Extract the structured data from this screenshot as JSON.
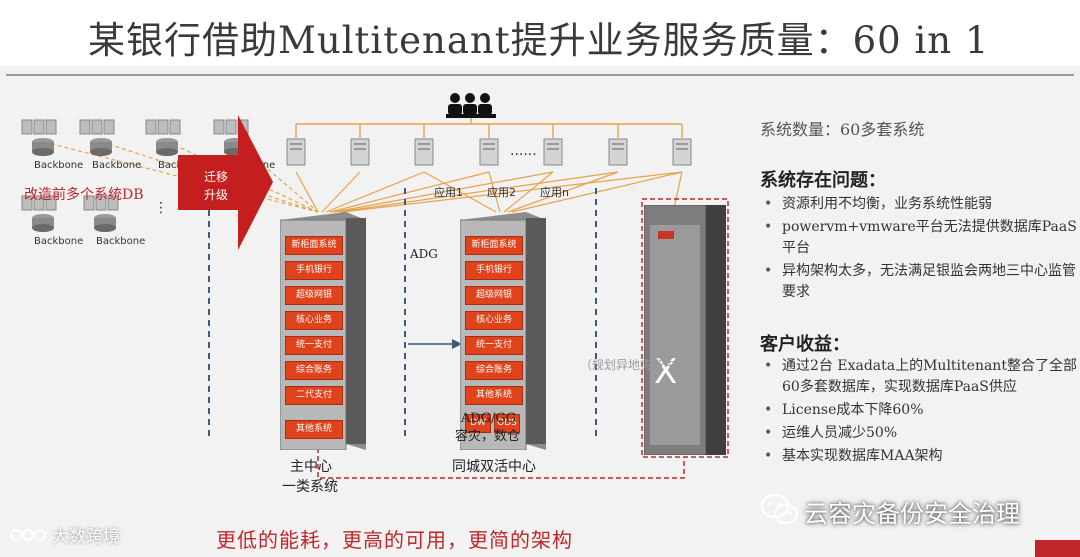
{
  "title": "某银行借助Multitenant提升业务服务质量：60 in 1",
  "diagram": {
    "legacy_server_label": "Backbone",
    "before_label": "改造前多个系统DB",
    "migrate_label_1": "迁移",
    "migrate_label_2": "升级",
    "app_labels": [
      "应用1",
      "应用2",
      "应用n"
    ],
    "app_dots": "......",
    "more_dots": "⋮",
    "main_rack": [
      "新柜面系统",
      "手机银行",
      "超级网银",
      "核心业务",
      "统一支付",
      "综合账务",
      "二代支付",
      "其他系统"
    ],
    "dr_rack": [
      "新柜面系统",
      "手机银行",
      "超级网银",
      "核心业务",
      "统一支付",
      "综合账务",
      "其他系统"
    ],
    "dr_rack_bottom": [
      "DW",
      "ODS"
    ],
    "adg_label": "ADG",
    "main_center_1": "主中心",
    "main_center_2": "一类系统",
    "dr_center": "同城双活中心",
    "remote_center": "（规划异地灾备中心）",
    "bottom_caption_1": "ADG/GG",
    "bottom_caption_2": "容灾，数仓",
    "exadata_mark": "X"
  },
  "slogan": "更低的能耗，更高的可用，更简的架构",
  "right_panel": {
    "system_count": "系统数量：60多套系统",
    "problems_title": "系统存在问题：",
    "problems": [
      "资源利用不均衡，业务系统性能弱",
      "powervm+vmware平台无法提供数据库PaaS平台",
      "异构架构太多，无法满足银监会两地三中心监管要求"
    ],
    "benefits_title": "客户收益：",
    "benefits": [
      "通过2台 Exadata上的Multitenant整合了全部60多套数据库，实现数据库PaaS供应",
      "License成本下降60%",
      "运维人员减少50%",
      "基本实现数据库MAA架构"
    ]
  },
  "watermarks": {
    "left": "大数跨境",
    "right": "云容灾备份安全治理"
  },
  "colors": {
    "accent_red": "#c0272d",
    "rack_red": "#e0421c",
    "link_orange": "#e8a24a"
  }
}
